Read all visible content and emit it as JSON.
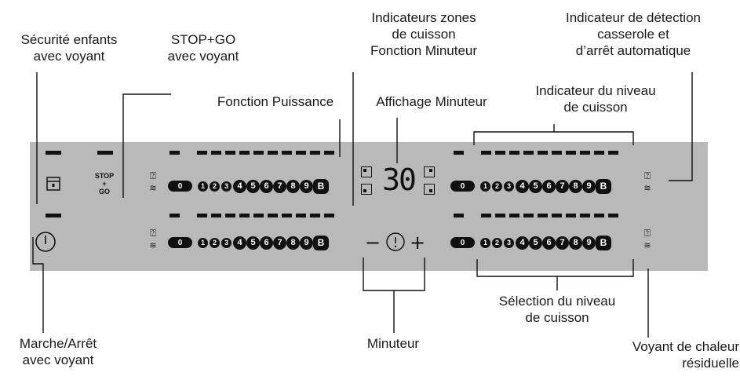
{
  "labels": {
    "securite": [
      "Sécurité enfants",
      "avec voyant"
    ],
    "stopgo": [
      "STOP+GO",
      "avec voyant"
    ],
    "indicateurs_zones": [
      "Indicateurs zones",
      "de cuisson",
      "Fonction Minuteur"
    ],
    "detection": [
      "Indicateur de détection",
      "casserole et",
      "d’arrêt automatique"
    ],
    "fonction_puissance": "Fonction Puissance",
    "affichage_minuteur": "Affichage Minuteur",
    "niveau_cuisson": [
      "Indicateur du niveau",
      "de cuisson"
    ],
    "marche_arret": [
      "Marche/Arrêt",
      "avec voyant"
    ],
    "minuteur": "Minuteur",
    "selection_niveau": [
      "Sélection du niveau",
      "de cuisson"
    ],
    "chaleur_residuelle": [
      "Voyant de chaleur",
      "résiduelle"
    ]
  },
  "panel": {
    "stop_lines": [
      "STOP",
      "+",
      "GO"
    ],
    "timer_display": "30",
    "timer_minus": "−",
    "timer_plus": "+",
    "slider_zero": "0",
    "slider_levels": [
      "1",
      "2",
      "3",
      "4",
      "5",
      "6",
      "7",
      "8",
      "9",
      "B"
    ]
  },
  "colors": {
    "panel_background": "#b9b9b9",
    "ink": "#111111"
  },
  "icons": {
    "lock": "lock-icon",
    "power": "power-icon",
    "timer": "timer-icon",
    "pan_detect": "pan-detection-icon",
    "residual_heat": "residual-heat-icon"
  }
}
